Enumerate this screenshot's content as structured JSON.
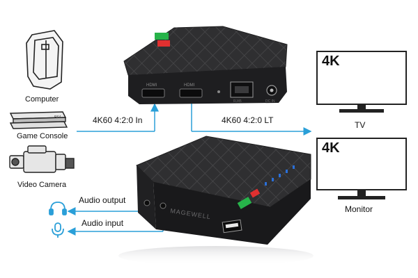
{
  "sources": [
    {
      "label": "Computer"
    },
    {
      "label": "Game Console"
    },
    {
      "label": "Video Camera"
    }
  ],
  "console_brand": "PS4",
  "input_signal": "4K60  4:2:0 In",
  "output_signal": "4K60  4:2:0 LT",
  "audio": {
    "output_label": "Audio output",
    "input_label": "Audio input"
  },
  "displays": [
    {
      "label": "TV",
      "screen_text": "4K"
    },
    {
      "label": "Monitor",
      "screen_text": "4K"
    }
  ],
  "ports": {
    "hdmi_in": "HDMI",
    "hdmi_out": "HDMI",
    "lan": "RJ45",
    "power": "DC IN"
  },
  "device_brand": "MAGEWELL",
  "colors": {
    "arrow": "#2a9fd8",
    "device": "#2b2b2d",
    "led_green": "#27b34a",
    "led_red": "#e03030",
    "led_blue": "#2a6fd8"
  }
}
